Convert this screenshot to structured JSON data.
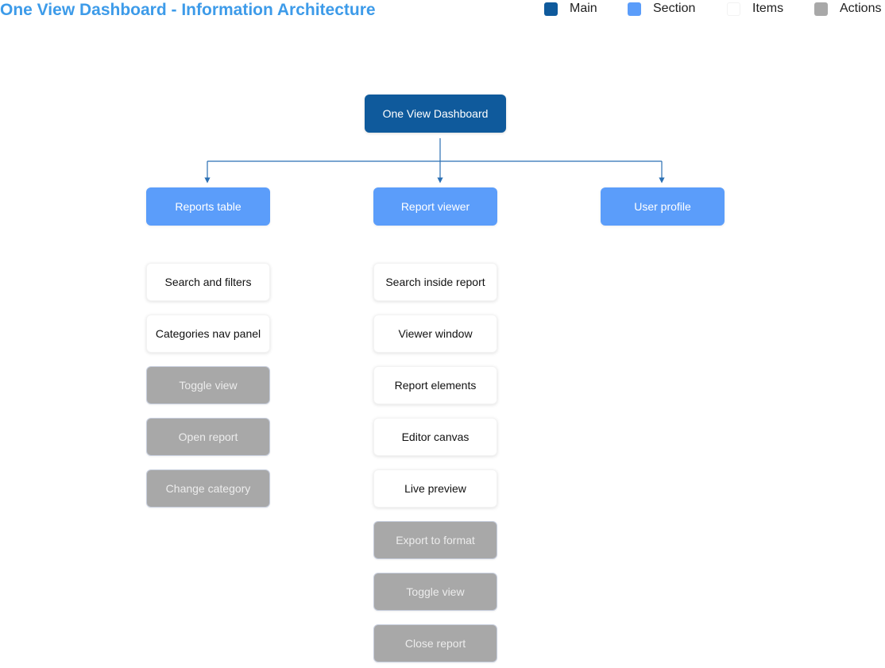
{
  "title": "One View Dashboard - Information Architecture",
  "colors": {
    "main": "#0f5a9c",
    "section": "#5b9dfa",
    "items": "#ffffff",
    "actions": "#a8a8a8",
    "title": "#3d9be9",
    "connector": "#2a6fb3"
  },
  "legend": [
    {
      "label": "Main",
      "color": "#0f5a9c"
    },
    {
      "label": "Section",
      "color": "#5b9dfa"
    },
    {
      "label": "Items",
      "color": "#ffffff"
    },
    {
      "label": "Actions",
      "color": "#a8a8a8"
    }
  ],
  "root": {
    "label": "One View Dashboard"
  },
  "sections": [
    {
      "label": "Reports table",
      "items": [
        "Search and filters",
        "Categories nav panel"
      ],
      "actions": [
        "Toggle view",
        "Open report",
        "Change category"
      ]
    },
    {
      "label": "Report viewer",
      "items": [
        "Search inside report",
        "Viewer window",
        "Report elements",
        "Editor canvas",
        "Live preview"
      ],
      "actions": [
        "Export to format",
        "Toggle view",
        "Close report"
      ]
    },
    {
      "label": "User profile",
      "items": [],
      "actions": []
    }
  ]
}
